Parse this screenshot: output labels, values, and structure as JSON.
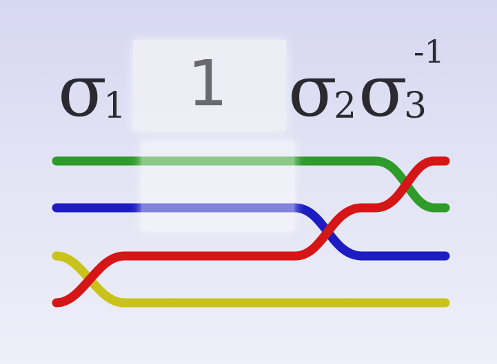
{
  "word": {
    "g1": {
      "base": "σ",
      "sub": "1"
    },
    "identity": "1",
    "g2": {
      "base": "σ",
      "sub": "2"
    },
    "g3": {
      "base": "σ",
      "sub": "3",
      "sup": "-1"
    }
  },
  "colors": {
    "green": "#2f9b2a",
    "blue": "#1c1cc2",
    "red": "#d61616",
    "yellow": "#c9c21a"
  }
}
